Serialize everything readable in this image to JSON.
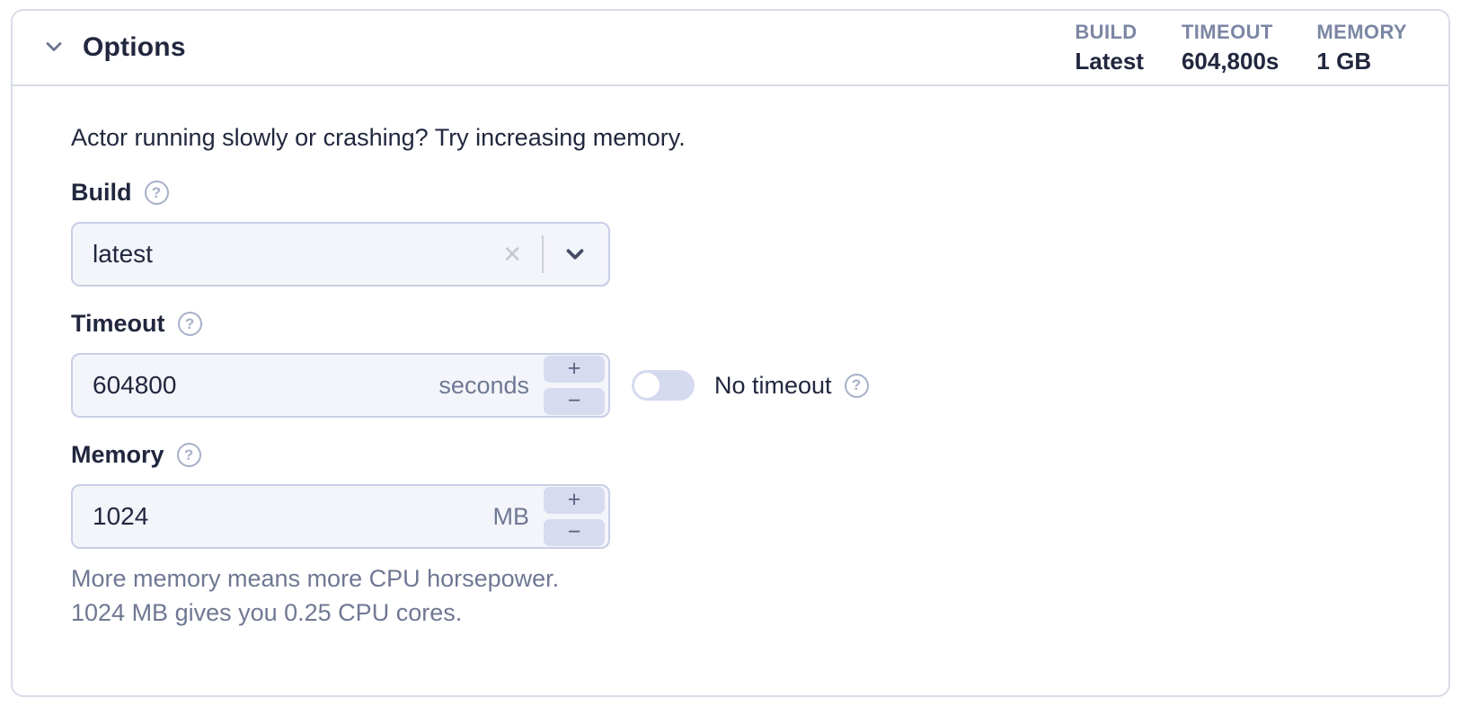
{
  "colors": {
    "card_border": "#D9DDE9",
    "text_dark": "#21273E",
    "text_slate": "#6F7893",
    "summary_label": "#7B86A3",
    "input_bg": "#F4F5FB",
    "input_border": "#C8CEE4",
    "stepper_bg": "#D7DBEF",
    "toggle_track": "#D5DAEF",
    "help_icon": "#A7B0C8"
  },
  "icons": {
    "collapse": "chevron-down",
    "select_open": "chevron-down",
    "help": "?",
    "clear": "✕",
    "increment": "+",
    "decrement": "−"
  },
  "panel": {
    "title": "Options",
    "summary": [
      {
        "label": "BUILD",
        "value": "Latest"
      },
      {
        "label": "TIMEOUT",
        "value": "604,800s"
      },
      {
        "label": "MEMORY",
        "value": "1 GB"
      }
    ],
    "intro": "Actor running slowly or crashing? Try increasing memory.",
    "build": {
      "label": "Build",
      "value": "latest"
    },
    "timeout": {
      "label": "Timeout",
      "value": "604800",
      "unit": "seconds",
      "toggle_label": "No timeout",
      "toggle_state": "off"
    },
    "memory": {
      "label": "Memory",
      "value": "1024",
      "unit": "MB",
      "help_line1": "More memory means more CPU horsepower.",
      "help_line2": "1024 MB gives you 0.25 CPU cores."
    }
  }
}
